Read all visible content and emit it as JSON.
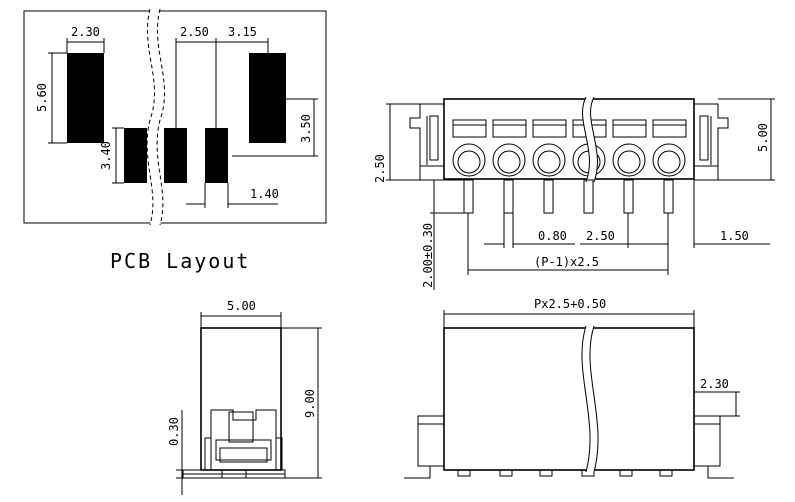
{
  "pcb_layout": {
    "title": "PCB  Layout",
    "dims": {
      "pad_width": "2.30",
      "pad_height": "5.60",
      "pitch": "2.50",
      "offset": "3.15",
      "pad_small_height": "3.40",
      "pad_right_height": "3.50",
      "pad_small_width": "1.40"
    }
  },
  "front_view": {
    "dims": {
      "height_left": "2.50",
      "height_right": "5.00",
      "pin_length": "2.00±0.30",
      "pin_width": "0.80",
      "pitch": "2.50",
      "edge": "1.50",
      "span": "(P-1)x2.5"
    }
  },
  "side_view": {
    "dims": {
      "width": "5.00",
      "height": "9.00",
      "thickness": "0.30"
    }
  },
  "top_view": {
    "dims": {
      "length": "Px2.5+0.50",
      "tab": "2.30"
    }
  }
}
